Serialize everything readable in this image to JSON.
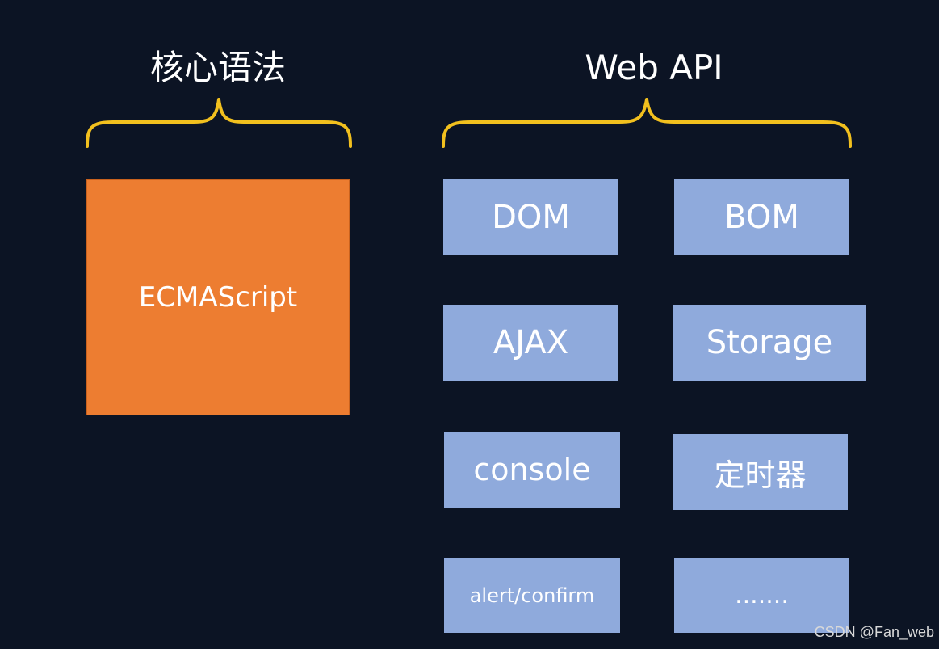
{
  "left_section": {
    "title": "核心语法",
    "box_label": "ECMAScript"
  },
  "right_section": {
    "title": "Web API",
    "items": [
      "DOM",
      "BOM",
      "AJAX",
      "Storage",
      "console",
      "定时器",
      "alert/confirm",
      "......."
    ]
  },
  "watermark": "CSDN @Fan_web",
  "colors": {
    "background": "#0c1424",
    "brace": "#f2c01e",
    "core_box": "#ed7d31",
    "api_box": "#8faadc",
    "text": "#ffffff"
  }
}
